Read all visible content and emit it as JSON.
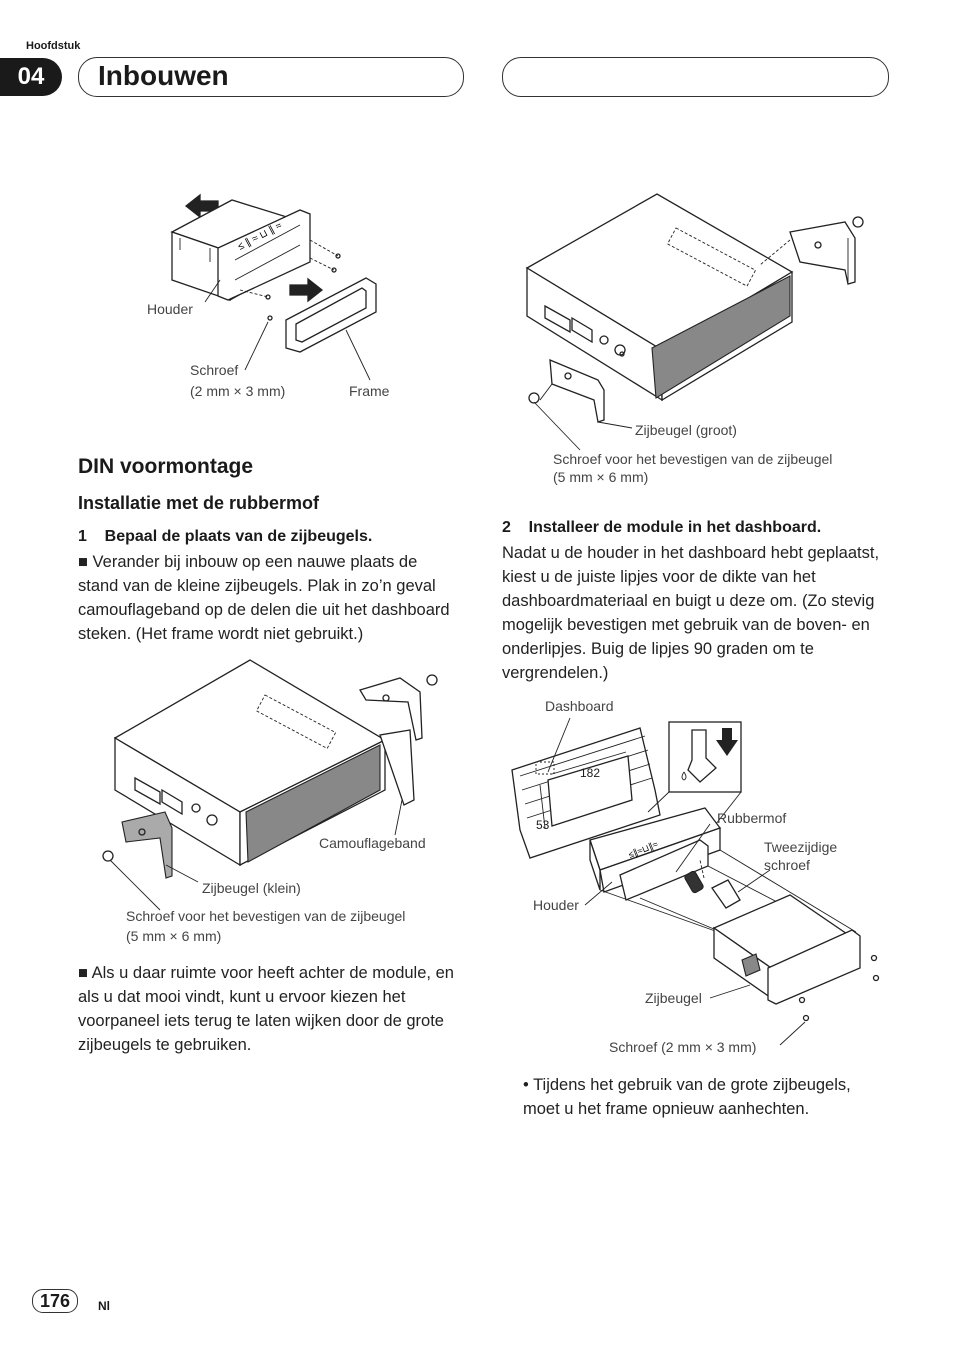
{
  "header": {
    "chapter_label": "Hoofdstuk",
    "chapter_number": "04",
    "title": "Inbouwen"
  },
  "figure1": {
    "houder": "Houder",
    "schroef": "Schroef",
    "schroef_size": "(2 mm × 3 mm)",
    "frame": "Frame"
  },
  "figure2": {
    "zijbeugel_groot": "Zijbeugel (groot)",
    "schroef_line1": "Schroef voor het bevestigen van de zijbeugel",
    "schroef_line2": "(5 mm × 6 mm)"
  },
  "left": {
    "section_title": "DIN voormontage",
    "subsection_title": "Installatie met de rubbermof",
    "step1": "1    Bepaal de plaats van de zijbeugels.",
    "step1_note": "■  Verander bij inbouw op een nauwe plaats de stand van de kleine zijbeugels. Plak in zo’n geval camouflageband op de delen die uit het dashboard steken. (Het frame wordt niet gebruikt.)",
    "note2": "■  Als u daar ruimte voor heeft achter de module, en als u dat mooi vindt, kunt u ervoor kiezen het voorpaneel iets terug te laten wijken door de grote zijbeugels te gebruiken."
  },
  "figure3": {
    "camouflageband": "Camouflageband",
    "zijbeugel_klein": "Zijbeugel (klein)",
    "schroef_line1": "Schroef voor het bevestigen van de zijbeugel",
    "schroef_line2": "(5 mm × 6 mm)"
  },
  "right": {
    "step2": "2    Installeer de module in het dashboard.",
    "step2_text": "Nadat u de houder in het dashboard hebt geplaatst, kiest u de juiste lipjes voor de dikte van het dashboardmateriaal en buigt u deze om. (Zo stevig mogelijk bevestigen met gebruik van de boven- en onderlipjes. Buig de lipjes 90 graden om te vergrendelen.)",
    "bullet": "•   Tijdens het gebruik van de grote zijbeugels, moet u het frame opnieuw aanhechten."
  },
  "figure4": {
    "dashboard": "Dashboard",
    "dim_width": "182",
    "dim_height": "53",
    "rubbermof": "Rubbermof",
    "tweezijdige1": "Tweezijdige",
    "tweezijdige2": "schroef",
    "houder": "Houder",
    "zijbeugel": "Zijbeugel",
    "schroef": "Schroef (2 mm × 3 mm)"
  },
  "footer": {
    "page_number": "176",
    "language": "Nl"
  }
}
